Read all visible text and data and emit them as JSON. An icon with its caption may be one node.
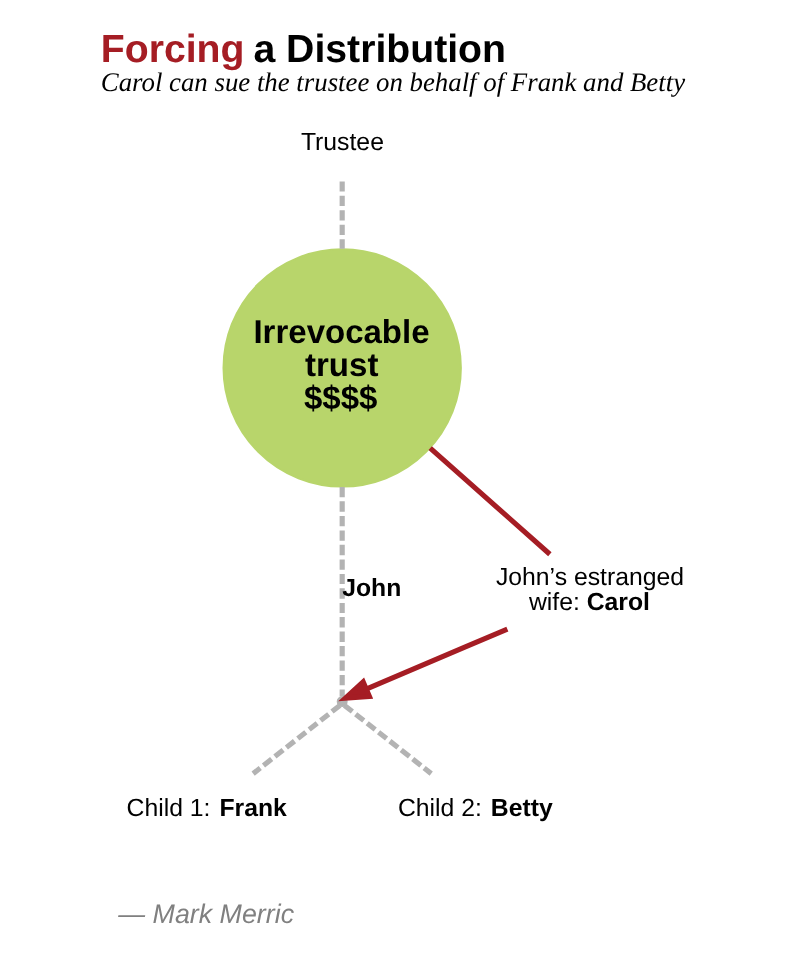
{
  "diagram": {
    "title": "Forcing a Distribution",
    "caption": "Carol can sue the trustee on behalf of Frank and Betty",
    "nodes": [
      {
        "text": [
          "Trustee"
        ]
      },
      {
        "text": [
          "Irrevocable trust $$$$"
        ]
      },
      {
        "text": [
          "John’s estranged wife: **Carol**"
        ]
      },
      {
        "text": [],
        "shape": "point"
      },
      {
        "text": [
          "Child 1: **Frank**"
        ]
      },
      {
        "text": [
          "Child 2: **Betty**"
        ]
      }
    ],
    "edges": [
      {
        "from": 0,
        "to": 1,
        "arrow": "none",
        "style": "dashed"
      },
      {
        "from": 1,
        "to": 3,
        "arrow": "none",
        "style": "dashed",
        "label": "John"
      },
      {
        "from": 3,
        "to": 4,
        "arrow": "none",
        "style": "dashed"
      },
      {
        "from": 3,
        "to": 5,
        "arrow": "none",
        "style": "dashed"
      },
      {
        "from": 1,
        "to": 2,
        "arrow": "none",
        "color": "#a51d24"
      },
      {
        "from": 2,
        "to": 3,
        "arrow": "to",
        "color": "#a51d24"
      }
    ],
    "labels": [
      "— Mark Merric"
    ]
  }
}
